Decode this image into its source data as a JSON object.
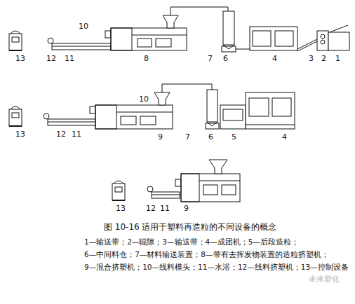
{
  "diagram": {
    "caption": "图 10-16 适用于塑料再造粒的不同设备的概念",
    "labels": [
      "13",
      "12",
      "11",
      "10",
      "8",
      "7",
      "6",
      "4",
      "3",
      "2",
      "1",
      "13",
      "12",
      "11",
      "10",
      "9",
      "7",
      "6",
      "5",
      "4",
      "13",
      "12",
      "11",
      "9",
      "1—输送带；2—辊隙；3—输送带；4—成团机；5—后段造粒；",
      "6—中间料仓；7—材料输送装置；8—带有去挥发物装置的造粒挤塑机；",
      "9—混合挤塑机；10—线料模头；11—水浴；12—线料挤塑机；13—控制设备",
      "未来塑化"
    ]
  }
}
